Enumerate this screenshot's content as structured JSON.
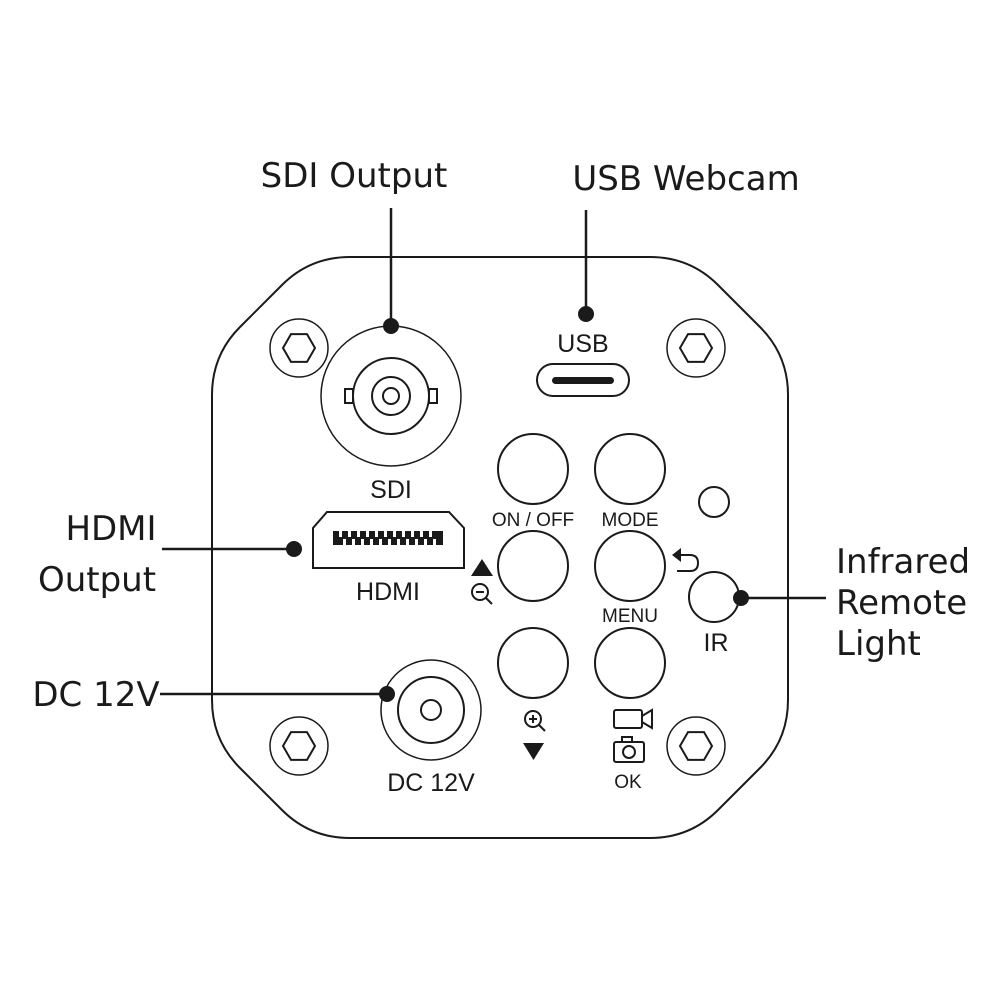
{
  "callouts": {
    "sdi_output": "SDI Output",
    "usb_webcam": "USB Webcam",
    "hdmi_output_line1": "HDMI",
    "hdmi_output_line2": "Output",
    "dc_12v": "DC 12V",
    "infrared_line1": "Infrared",
    "infrared_line2": "Remote",
    "infrared_line3": "Light"
  },
  "panel_labels": {
    "usb": "USB",
    "sdi": "SDI",
    "hdmi": "HDMI",
    "dc_12v": "DC 12V",
    "on_off": "ON / OFF",
    "mode": "MODE",
    "menu": "MENU",
    "ir": "IR",
    "ok": "OK"
  },
  "icons": [
    "hex-screw-icon",
    "bnc-connector-icon",
    "usb-c-port-icon",
    "hdmi-port-icon",
    "dc-jack-icon",
    "triangle-up-icon",
    "zoom-out-icon",
    "zoom-in-icon",
    "triangle-down-icon",
    "back-arrow-icon",
    "video-camera-icon",
    "photo-camera-icon"
  ]
}
